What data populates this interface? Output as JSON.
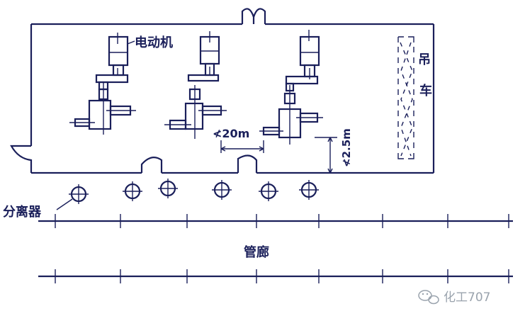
{
  "labels": {
    "motor": "电动机",
    "crane_line1": "吊",
    "crane_line2": "车",
    "separator": "分离器",
    "pipe_gallery": "管廊",
    "spacing": "≮20m",
    "height": "≮2.5m"
  },
  "watermark": {
    "text": "化工707",
    "icon": "wechat-icon"
  },
  "colors": {
    "line": "#1a1f5a",
    "watermark": "#9aa3ad",
    "background": "#ffffff"
  }
}
